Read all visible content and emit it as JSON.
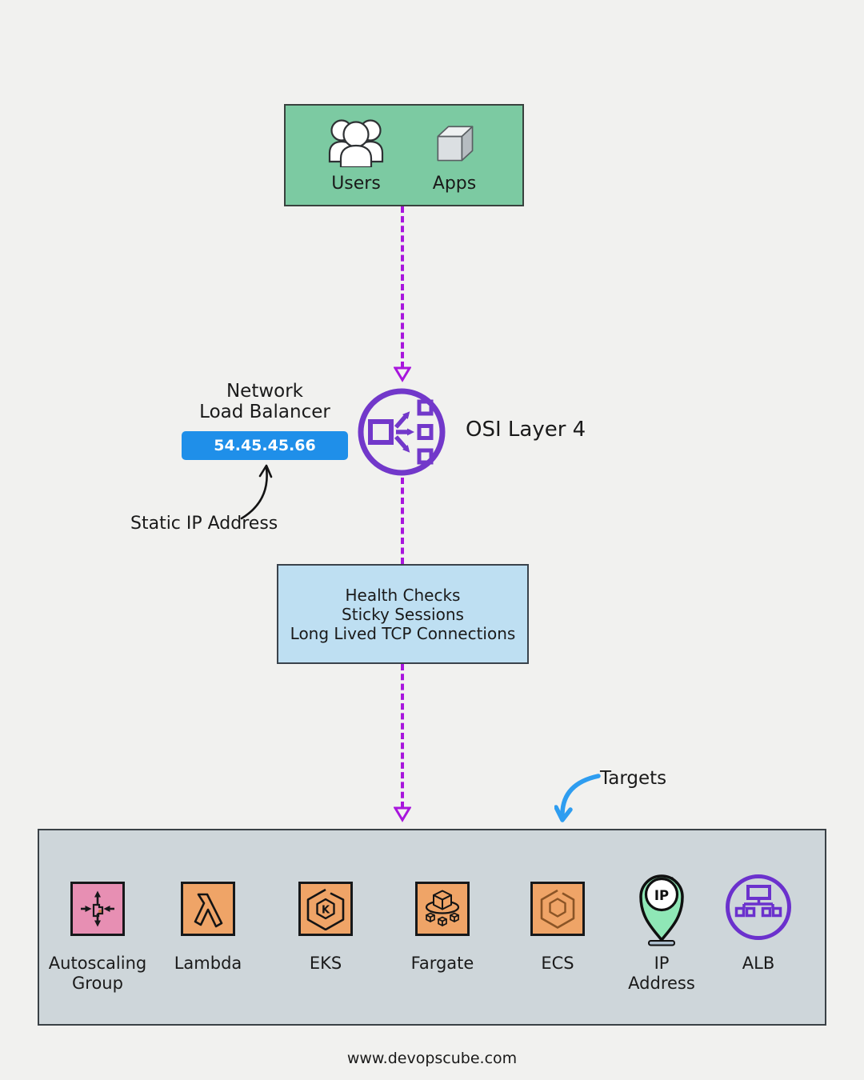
{
  "top_box": {
    "users_label": "Users",
    "apps_label": "Apps"
  },
  "nlb": {
    "title": "Network\nLoad Balancer",
    "ip": "54.45.45.66",
    "osi_label": "OSI Layer 4",
    "ip_annotation": "Static IP Address"
  },
  "features": {
    "line1": "Health Checks",
    "line2": "Sticky Sessions",
    "line3": "Long Lived TCP Connections"
  },
  "targets": {
    "label": "Targets",
    "items": [
      {
        "label": "Autoscaling\nGroup",
        "icon": "autoscaling-group-icon"
      },
      {
        "label": "Lambda",
        "icon": "lambda-icon"
      },
      {
        "label": "EKS",
        "icon": "eks-icon"
      },
      {
        "label": "Fargate",
        "icon": "fargate-icon"
      },
      {
        "label": "ECS",
        "icon": "ecs-icon"
      },
      {
        "label": "IP\nAddress",
        "icon": "ip-address-icon"
      },
      {
        "label": "ALB",
        "icon": "alb-icon"
      }
    ]
  },
  "icon_texts": {
    "eks": "K",
    "ip_pin": "IP"
  },
  "footer": {
    "site": "www.devopscube.com"
  },
  "colors": {
    "background": "#f1f1ef",
    "users_apps_box": "#7ccaa2",
    "flow_dotted": "#a816dd",
    "nlb_purple": "#7238ca",
    "static_ip_blue": "#1f8fe9",
    "features_box": "#bedff2",
    "targets_box": "#ced6da",
    "icon_orange": "#efa467",
    "icon_pink": "#e78fb3",
    "icon_mint": "#8fe7b6",
    "alb_purple": "#6b31cd",
    "targets_arrow_blue": "#2e9df0"
  }
}
